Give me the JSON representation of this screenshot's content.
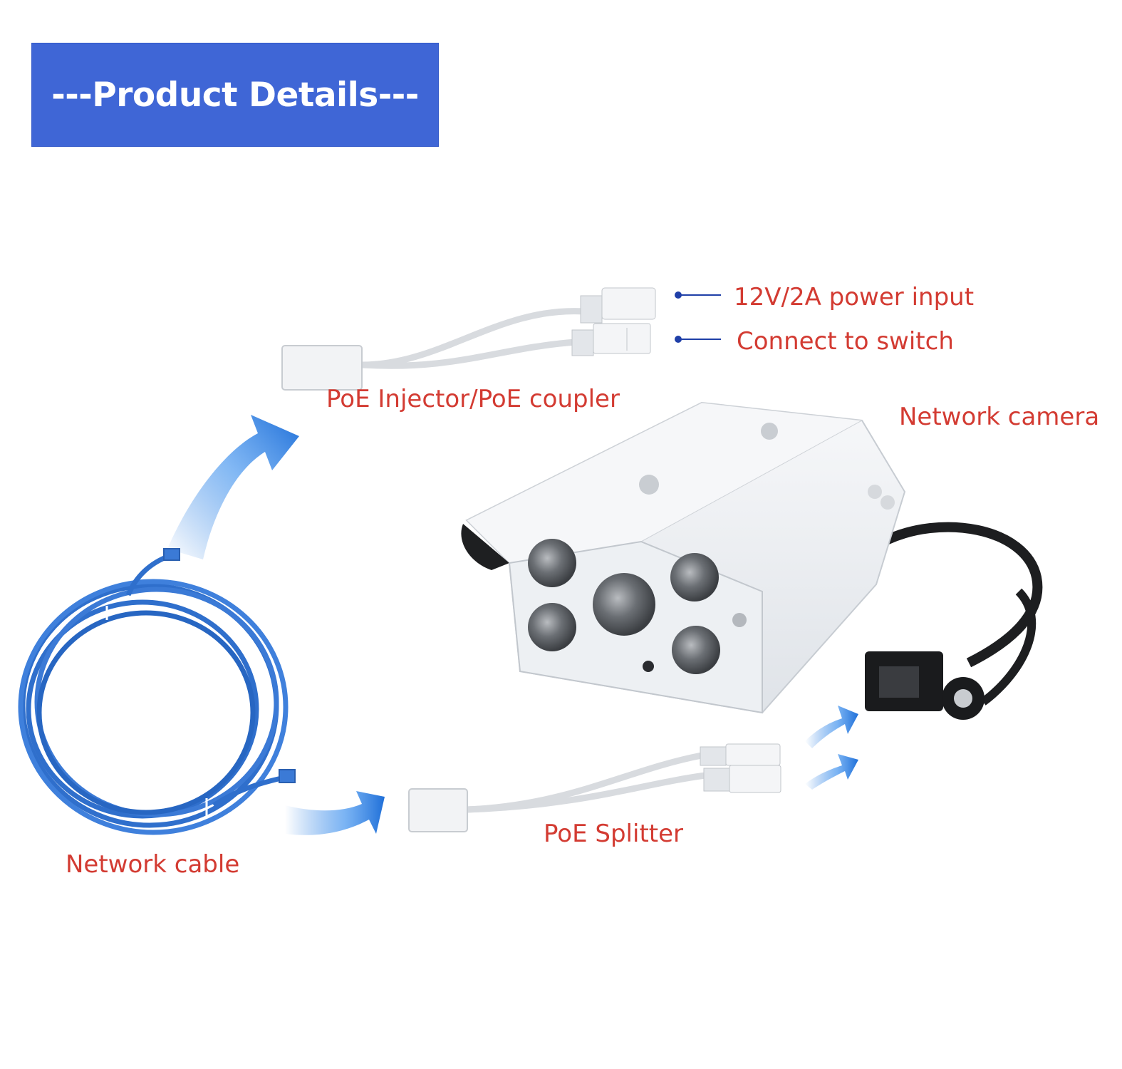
{
  "banner": {
    "title": "---Product Details---",
    "background": "#3f66d6",
    "text_color": "#ffffff"
  },
  "labels": {
    "power_input": "12V/2A power input",
    "connect_switch": "Connect to switch",
    "poe_injector": "PoE Injector/PoE coupler",
    "network_camera": "Network camera",
    "poe_splitter": "PoE Splitter",
    "network_cable": "Network cable"
  },
  "label_color": "#d33b32",
  "arrow_color": "#2f7fe0",
  "cable_color": "#2f6fcc",
  "icons": [
    "poe-injector-icon",
    "poe-splitter-icon",
    "network-camera-icon",
    "network-cable-icon",
    "flow-arrow-icon"
  ]
}
